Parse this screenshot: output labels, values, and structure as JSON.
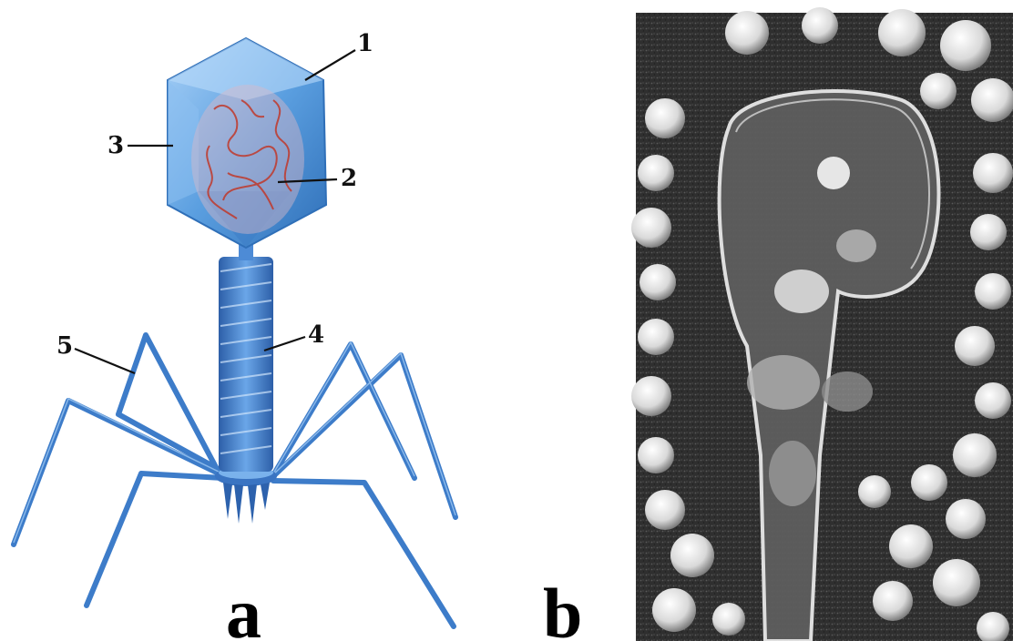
{
  "panels": [
    {
      "letter": "a",
      "kind": "illustration"
    },
    {
      "letter": "b",
      "kind": "electron-micrograph"
    }
  ],
  "callouts": [
    "1",
    "2",
    "3",
    "4",
    "5"
  ],
  "colors": {
    "capsid": "#5b9fe0",
    "capsid_dark": "#2f6fb8",
    "dna": "#c0392b",
    "tail": "#3f7fd0",
    "micrograph_bg": "#2a2a2a"
  }
}
